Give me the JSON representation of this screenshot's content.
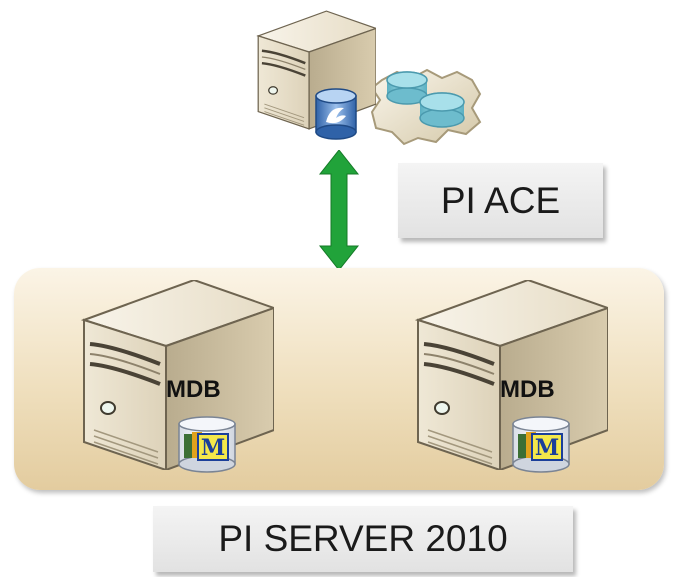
{
  "pi_ace": {
    "label": "PI ACE"
  },
  "pi_server": {
    "label": "PI SERVER 2010"
  },
  "servers": [
    {
      "db_label": "MDB",
      "badge": "M"
    },
    {
      "db_label": "MDB",
      "badge": "M"
    }
  ],
  "colors": {
    "arrow": "#21a33a",
    "group_fill": "#efdfbd",
    "db_blue": "#4a7fc4",
    "gear_cylinder": "#7ecad8"
  },
  "icons": [
    "server-icon",
    "database-icon",
    "gear-icon",
    "double-arrow-icon"
  ]
}
